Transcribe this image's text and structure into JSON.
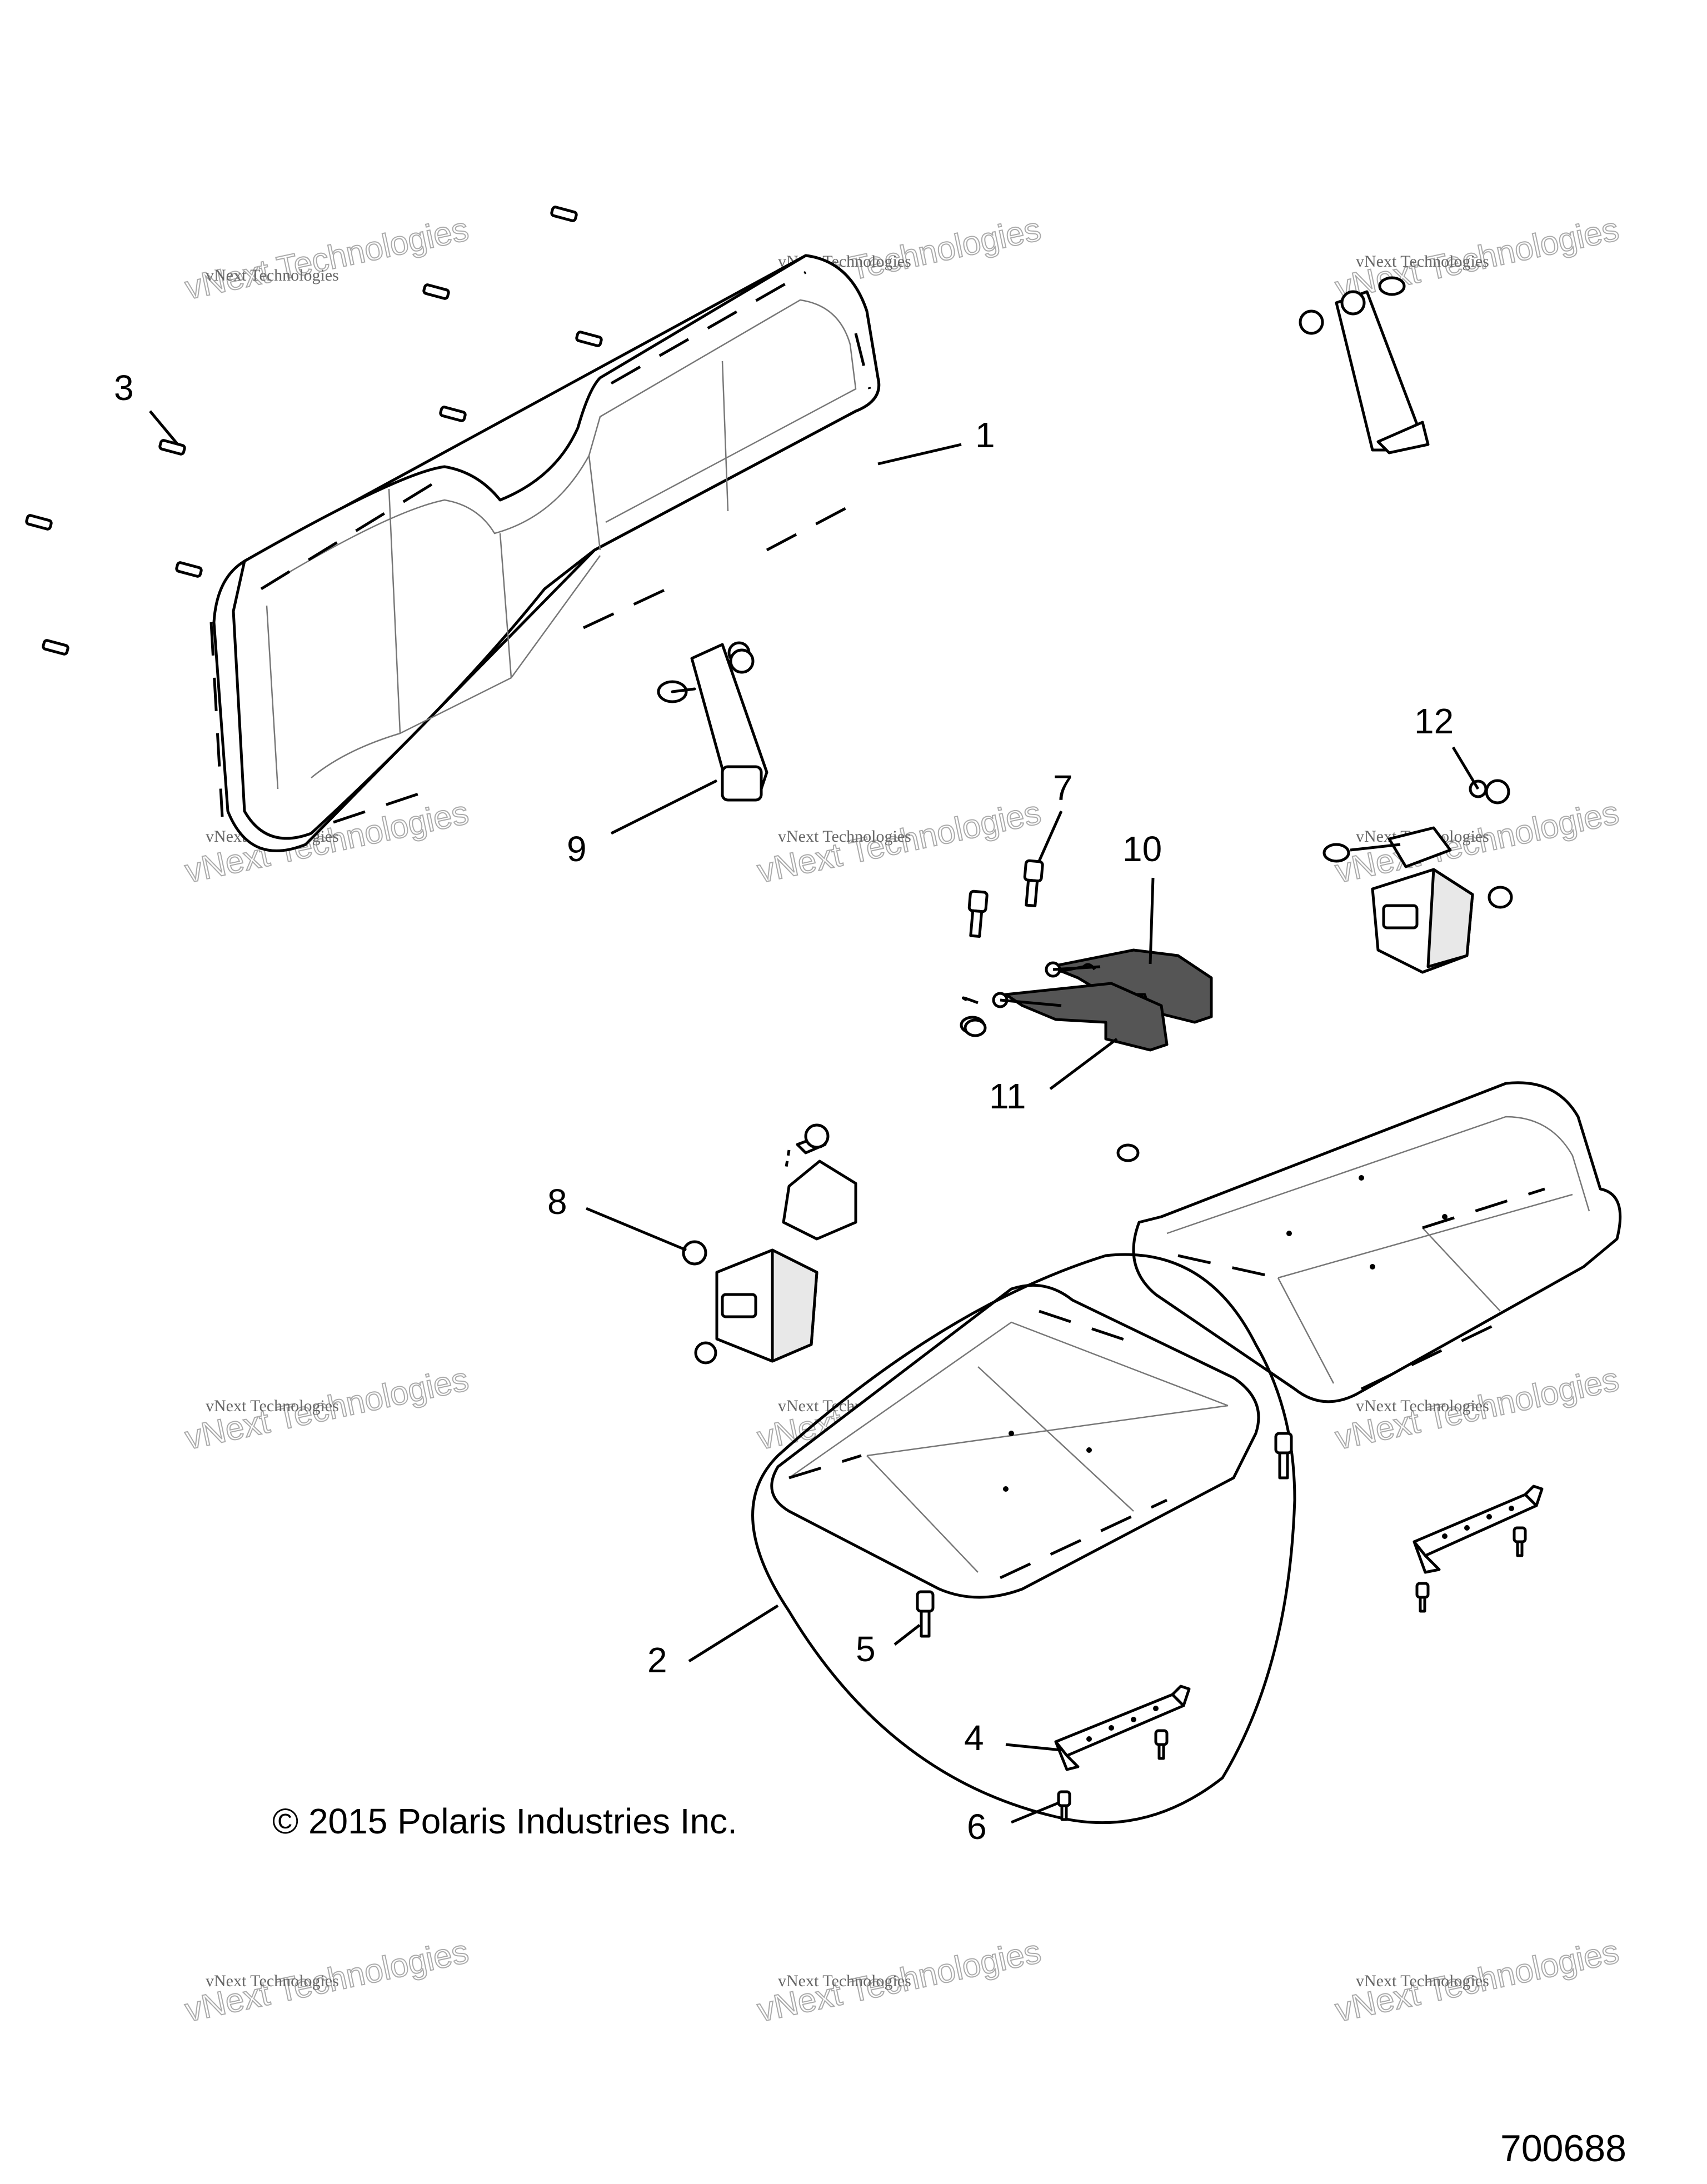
{
  "callouts": [
    {
      "id": "1",
      "label": "1"
    },
    {
      "id": "2",
      "label": "2"
    },
    {
      "id": "3",
      "label": "3"
    },
    {
      "id": "4",
      "label": "4"
    },
    {
      "id": "5",
      "label": "5"
    },
    {
      "id": "6",
      "label": "6"
    },
    {
      "id": "7",
      "label": "7"
    },
    {
      "id": "8",
      "label": "8"
    },
    {
      "id": "9",
      "label": "9"
    },
    {
      "id": "10",
      "label": "10"
    },
    {
      "id": "11",
      "label": "11"
    },
    {
      "id": "12",
      "label": "12"
    }
  ],
  "copyright": "© 2015 Polaris Industries Inc.",
  "drawing_number": "700688",
  "watermark": {
    "line1": "vNext Technologies",
    "line2": "vNext Technologies"
  }
}
